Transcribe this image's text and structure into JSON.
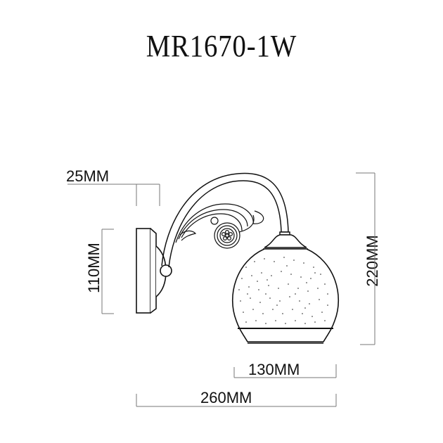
{
  "title": "MR1670-1W",
  "dimensions": {
    "wall_offset": "25MM",
    "backplate_height": "110MM",
    "total_height": "220MM",
    "shade_width": "130MM",
    "total_width": "260MM"
  },
  "colors": {
    "line": "#111111",
    "dim_line": "#777777",
    "background": "#ffffff"
  }
}
